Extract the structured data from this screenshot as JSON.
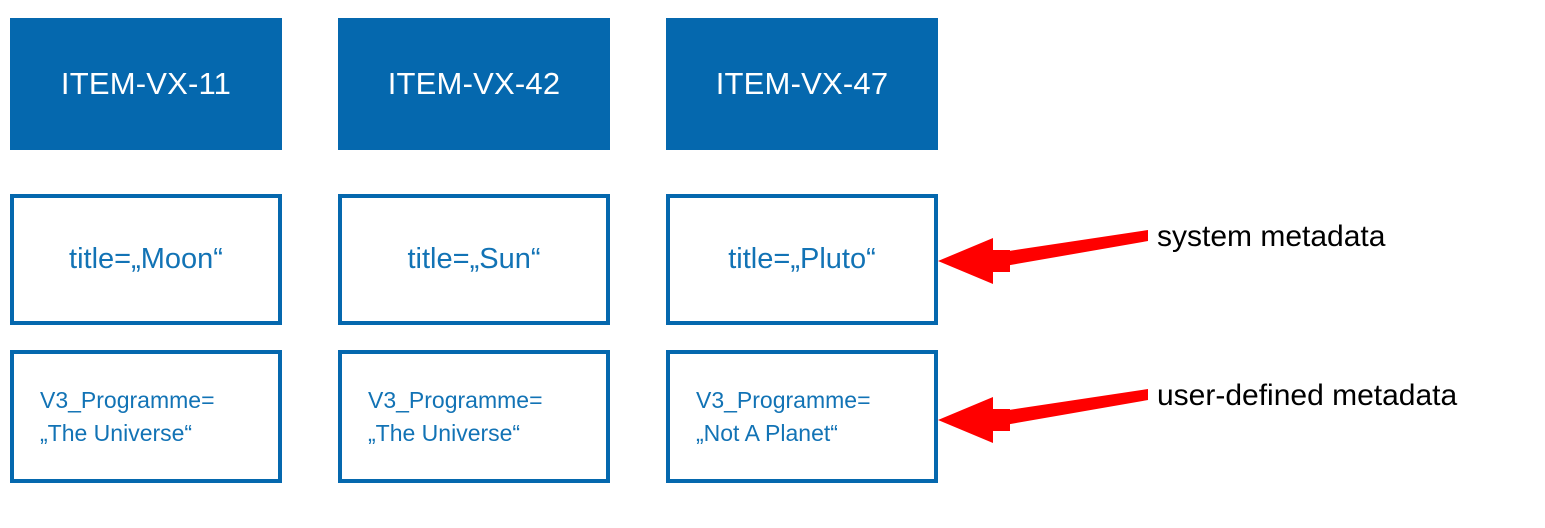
{
  "diagram": {
    "type": "metadata-structure-diagram",
    "accent_blue": "#0568ae",
    "text_blue": "#1273b5",
    "arrow_red": "#ff0000",
    "label_black": "#000000",
    "columns": [
      {
        "id": "item-vx-11",
        "header": "ITEM-VX-11",
        "system_metadata": "title=„Moon“",
        "user_metadata": "V3_Programme=\n„The Universe“"
      },
      {
        "id": "item-vx-42",
        "header": "ITEM-VX-42",
        "system_metadata": "title=„Sun“",
        "user_metadata": "V3_Programme=\n„The Universe“"
      },
      {
        "id": "item-vx-47",
        "header": "ITEM-VX-47",
        "system_metadata": "title=„Pluto“",
        "user_metadata": "V3_Programme=\n„Not A Planet“"
      }
    ],
    "annotations": [
      {
        "id": "system",
        "label": "system metadata"
      },
      {
        "id": "user",
        "label": "user-defined metadata"
      }
    ]
  }
}
